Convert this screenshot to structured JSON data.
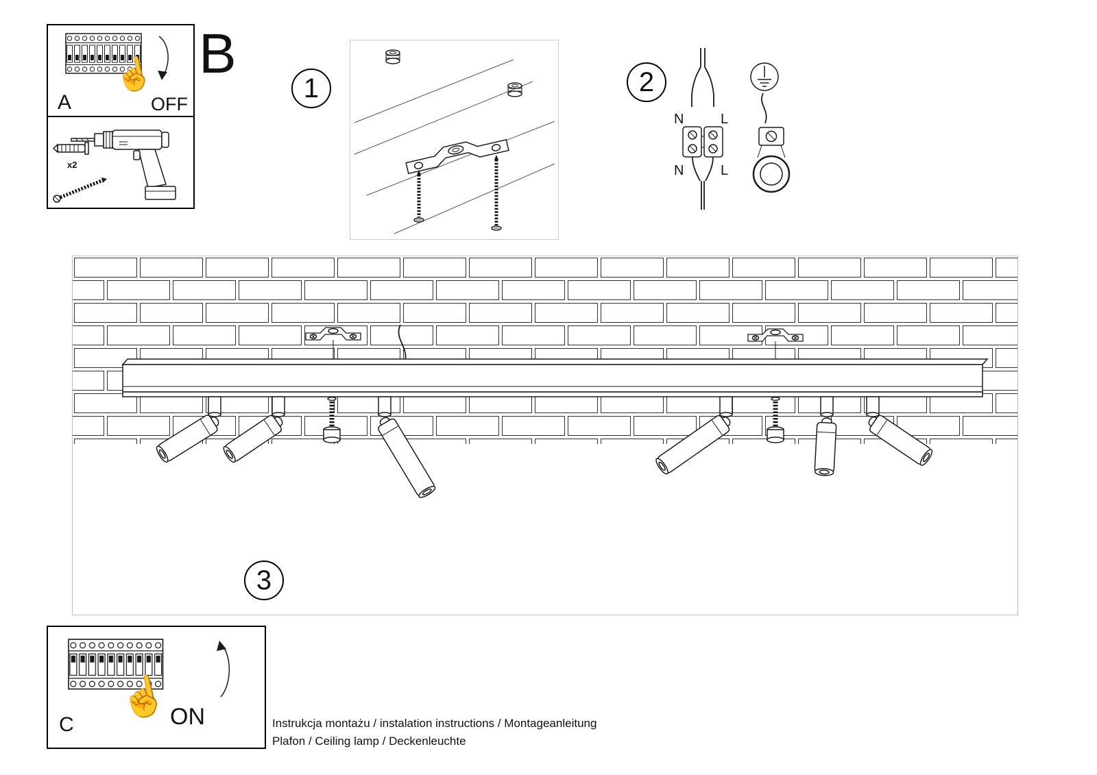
{
  "labels": {
    "a": "A",
    "b": "B",
    "c": "C",
    "off": "OFF",
    "on": "ON",
    "x2": "x2"
  },
  "steps": {
    "step1": "1",
    "step2": "2",
    "step3": "3"
  },
  "wiring": {
    "n_top": "N",
    "l_top": "L",
    "n_bottom": "N",
    "l_bottom": "L"
  },
  "icons": {
    "hand_up": "☝"
  },
  "colors": {
    "line_art": "#1a1a1a",
    "light_border": "#c9c9c9",
    "brick_line": "#2e2e2e"
  },
  "footer": {
    "line1": "Instrukcja montażu / instalation instructions / Montageanleitung",
    "line2": "Plafon / Ceiling lamp / Deckenleuchte"
  }
}
